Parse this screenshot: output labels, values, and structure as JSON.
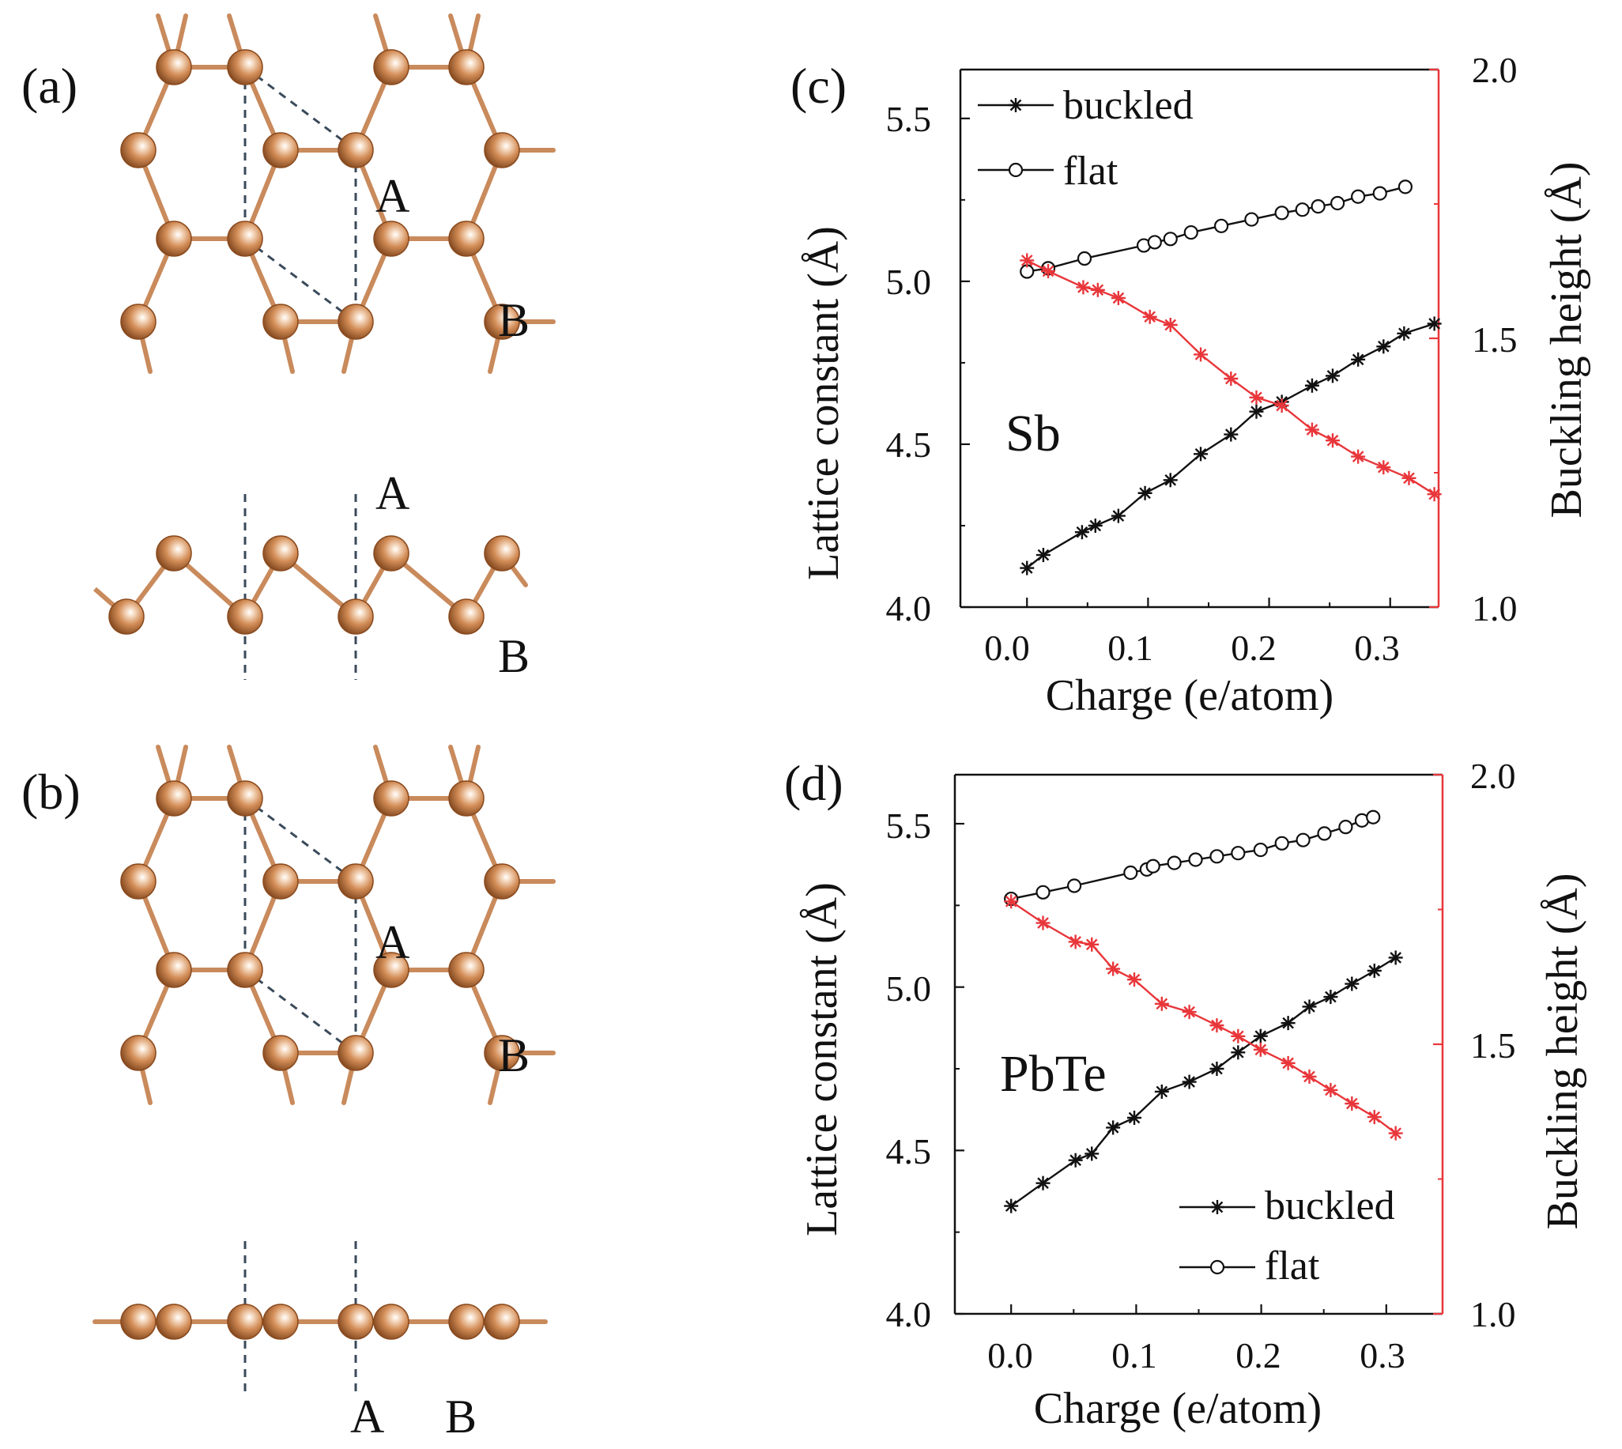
{
  "panels": {
    "a": {
      "label": "(a)",
      "site_labels": [
        "A",
        "B",
        "A",
        "B"
      ]
    },
    "b": {
      "label": "(b)",
      "site_labels": [
        "A",
        "B",
        "A",
        "B"
      ]
    }
  },
  "chart_data": [
    {
      "panel_label": "(c)",
      "type": "line",
      "material_label": "Sb",
      "xlabel": "Charge (e/atom)",
      "ylabel": "Lattice constant (Å)",
      "y2label": "Buckling height (Å)",
      "xlim": [
        -0.055,
        0.34
      ],
      "ylim": [
        4.0,
        5.65
      ],
      "y2lim": [
        1.0,
        2.0
      ],
      "xticks": [
        "0.0",
        "0.1",
        "0.2",
        "0.3"
      ],
      "yticks": [
        "4.0",
        "4.5",
        "5.0",
        "5.5"
      ],
      "y2ticks": [
        "1.0",
        "1.5",
        "2.0"
      ],
      "legend_position": "top-left",
      "series": [
        {
          "name": "buckled",
          "axis": "left",
          "marker": "star",
          "color": "#111111",
          "x": [
            0.0,
            0.0135,
            0.0455,
            0.0565,
            0.0755,
            0.0975,
            0.1185,
            0.1435,
            0.1685,
            0.1895,
            0.2105,
            0.2355,
            0.2525,
            0.2735,
            0.2945,
            0.3115,
            0.3365
          ],
          "y": [
            4.12,
            4.16,
            4.23,
            4.25,
            4.28,
            4.35,
            4.39,
            4.47,
            4.53,
            4.6,
            4.63,
            4.68,
            4.71,
            4.76,
            4.8,
            4.84,
            4.87
          ]
        },
        {
          "name": "flat",
          "axis": "left",
          "marker": "circle",
          "color": "#111111",
          "x": [
            0.0,
            0.0175,
            0.0475,
            0.0965,
            0.1055,
            0.1185,
            0.1355,
            0.1605,
            0.1855,
            0.2105,
            0.2275,
            0.2405,
            0.2565,
            0.2735,
            0.2915,
            0.3125
          ],
          "y": [
            5.03,
            5.04,
            5.07,
            5.11,
            5.12,
            5.13,
            5.15,
            5.17,
            5.19,
            5.21,
            5.22,
            5.23,
            5.24,
            5.26,
            5.27,
            5.29
          ]
        },
        {
          "name": "buckling height",
          "axis": "right",
          "marker": "star",
          "color": "#e8363a",
          "x": [
            0.0,
            0.0175,
            0.0465,
            0.0585,
            0.0755,
            0.1015,
            0.1185,
            0.1435,
            0.1685,
            0.1895,
            0.2105,
            0.2355,
            0.2525,
            0.2735,
            0.2945,
            0.3155,
            0.3365
          ],
          "y": [
            1.645,
            1.625,
            1.595,
            1.59,
            1.575,
            1.54,
            1.525,
            1.47,
            1.425,
            1.39,
            1.375,
            1.33,
            1.31,
            1.28,
            1.26,
            1.24,
            1.21
          ]
        }
      ]
    },
    {
      "panel_label": "(d)",
      "type": "line",
      "material_label": "PbTe",
      "xlabel": "Charge (e/atom)",
      "ylabel": "Lattice constant (Å)",
      "y2label": "Buckling height (Å)",
      "xlim": [
        -0.045,
        0.345
      ],
      "ylim": [
        4.0,
        5.65
      ],
      "y2lim": [
        1.0,
        2.0
      ],
      "xticks": [
        "0.0",
        "0.1",
        "0.2",
        "0.3"
      ],
      "yticks": [
        "4.0",
        "4.5",
        "5.0",
        "5.5"
      ],
      "y2ticks": [
        "1.0",
        "1.5",
        "2.0"
      ],
      "legend_position": "bottom-right",
      "series": [
        {
          "name": "buckled",
          "axis": "left",
          "marker": "star",
          "color": "#111111",
          "x": [
            0.0,
            0.0255,
            0.0515,
            0.0645,
            0.0815,
            0.0985,
            0.1205,
            0.1425,
            0.1645,
            0.1815,
            0.1995,
            0.2215,
            0.2385,
            0.2555,
            0.2725,
            0.2905,
            0.3075
          ],
          "y": [
            4.33,
            4.4,
            4.47,
            4.49,
            4.57,
            4.6,
            4.68,
            4.71,
            4.75,
            4.8,
            4.85,
            4.89,
            4.94,
            4.97,
            5.01,
            5.05,
            5.09
          ]
        },
        {
          "name": "flat",
          "axis": "left",
          "marker": "circle",
          "color": "#111111",
          "x": [
            0.0,
            0.0255,
            0.0505,
            0.0955,
            0.1085,
            0.1135,
            0.1305,
            0.1475,
            0.1645,
            0.1815,
            0.1995,
            0.2165,
            0.2335,
            0.2505,
            0.2675,
            0.2805,
            0.2895
          ],
          "y": [
            5.27,
            5.29,
            5.31,
            5.35,
            5.36,
            5.37,
            5.38,
            5.39,
            5.4,
            5.41,
            5.42,
            5.44,
            5.45,
            5.47,
            5.49,
            5.51,
            5.52
          ]
        },
        {
          "name": "buckling height",
          "axis": "right",
          "marker": "star",
          "color": "#e8363a",
          "x": [
            0.0,
            0.0255,
            0.0515,
            0.0645,
            0.0815,
            0.0985,
            0.1205,
            0.1425,
            0.1645,
            0.1815,
            0.1995,
            0.2215,
            0.2385,
            0.2555,
            0.2725,
            0.2905,
            0.3075
          ],
          "y": [
            1.765,
            1.725,
            1.69,
            1.685,
            1.64,
            1.62,
            1.575,
            1.56,
            1.535,
            1.515,
            1.49,
            1.465,
            1.44,
            1.415,
            1.39,
            1.365,
            1.335
          ]
        }
      ]
    }
  ]
}
